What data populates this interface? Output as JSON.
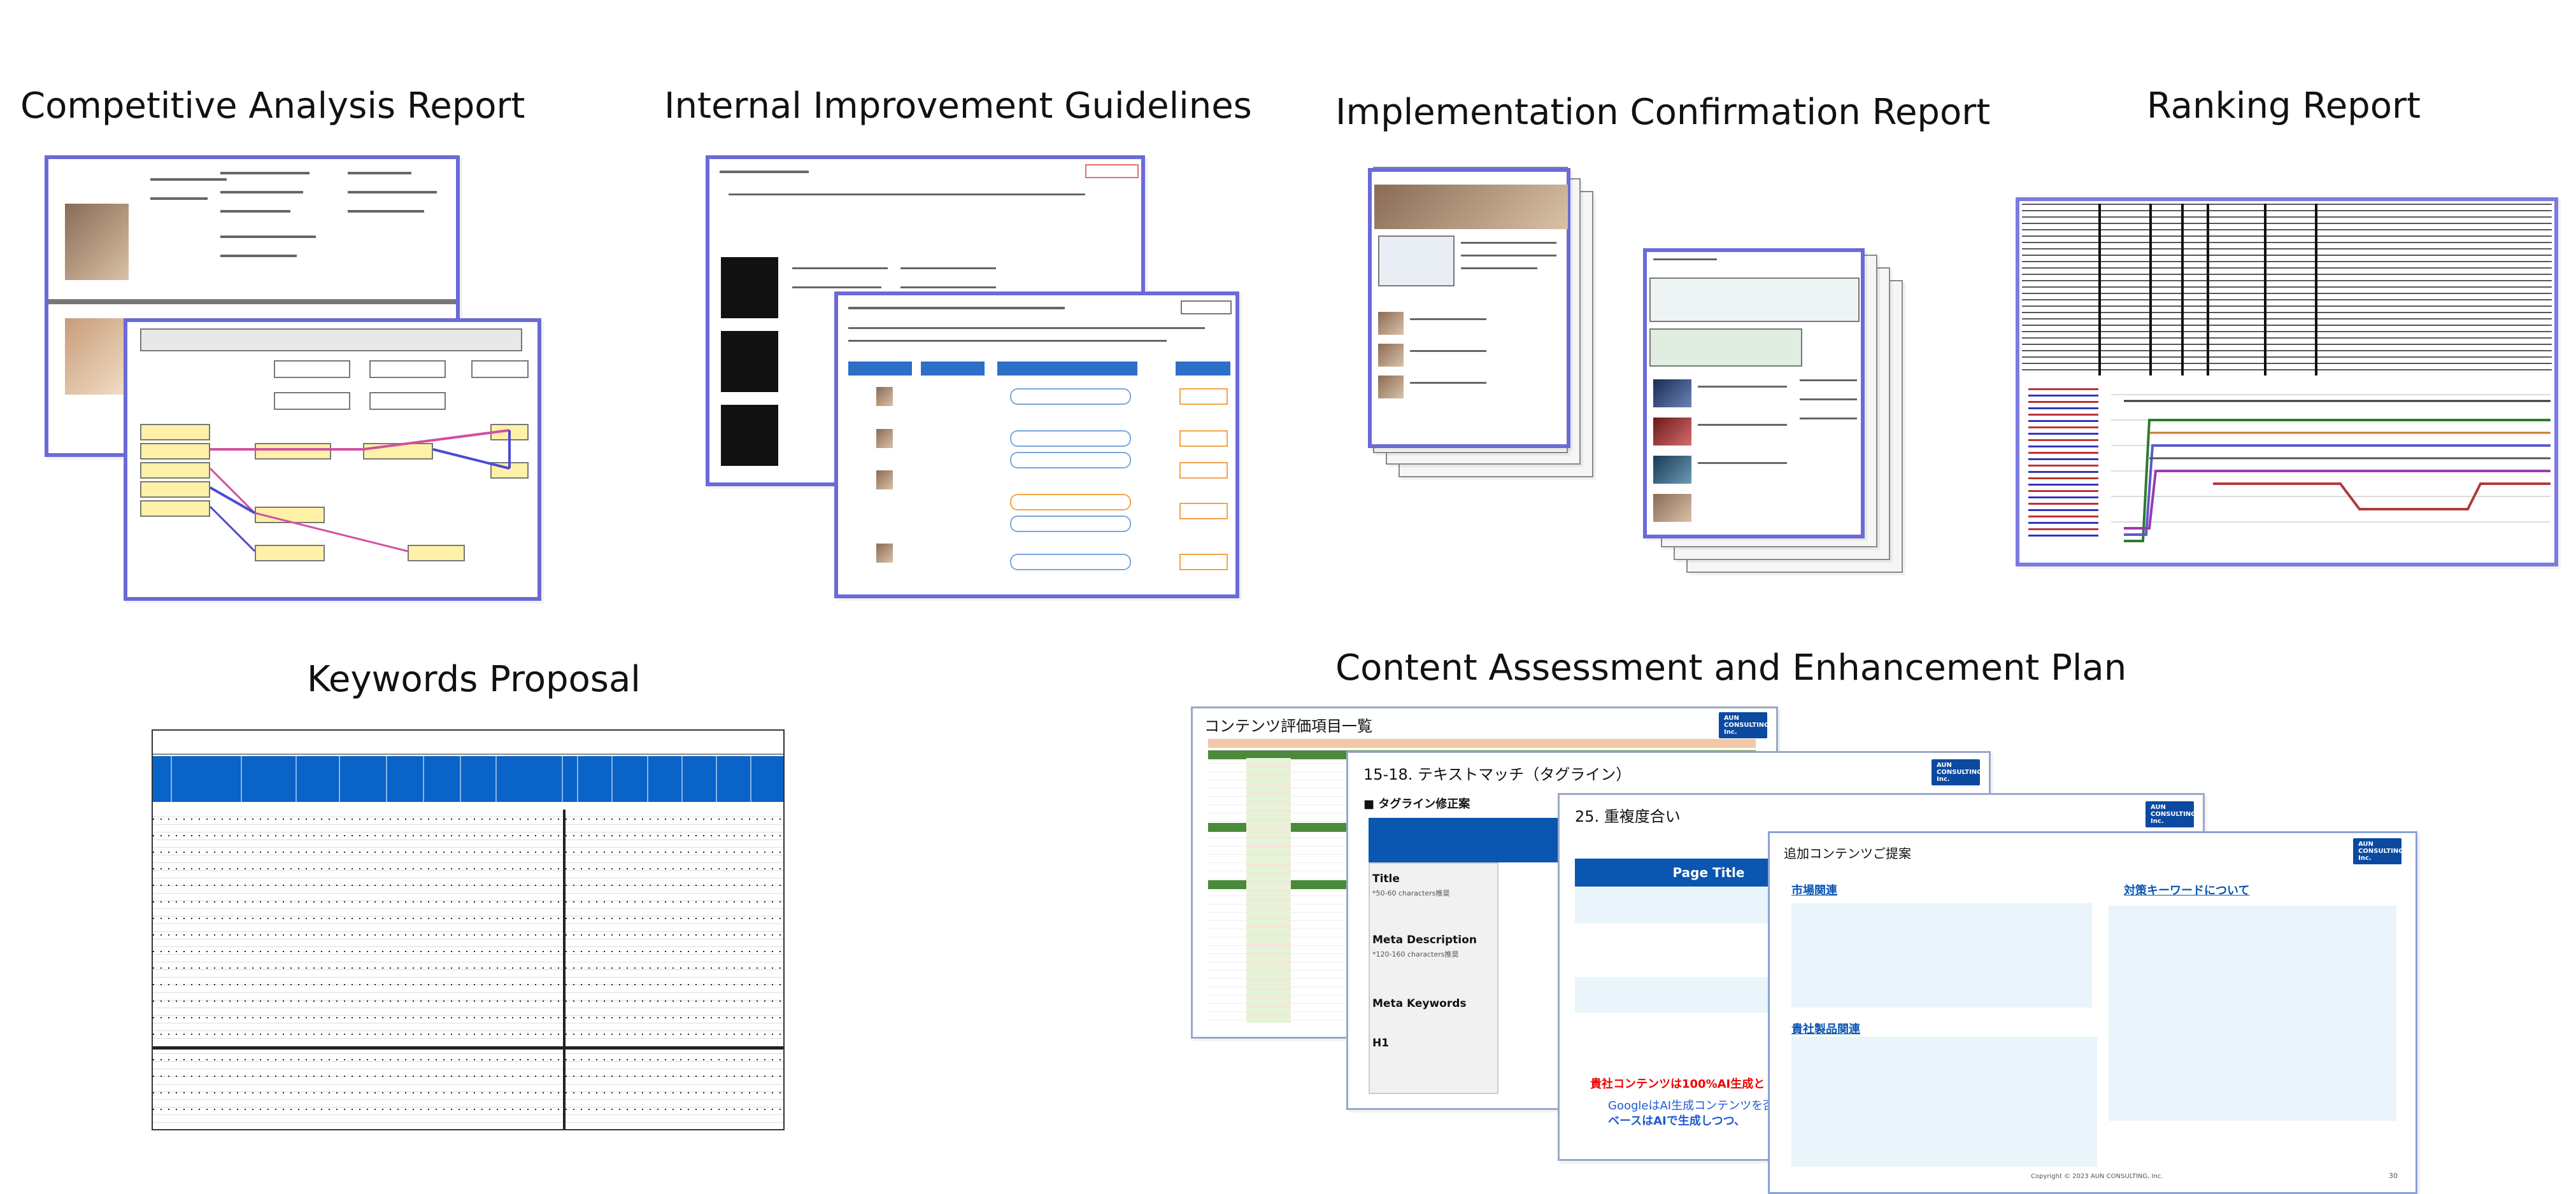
{
  "sections": {
    "competitive_analysis": "Competitive Analysis Report",
    "internal_improvement": "Internal Improvement Guidelines",
    "implementation_confirmation": "Implementation Confirmation Report",
    "ranking": "Ranking Report",
    "keywords_proposal": "Keywords Proposal",
    "content_assessment": "Content Assessment and Enhancement Plan"
  },
  "content_slides": {
    "slide1_title": "コンテンツ評価項目一覧",
    "slide2_title": "15-18. テキストマッチ（タグライン）",
    "slide2_subtitle": "■ タグライン修正案",
    "slide2_rows": [
      {
        "label": "Title",
        "note": "*50-60 characters推奨"
      },
      {
        "label": "Meta Description",
        "note": "*120-160 characters推奨"
      },
      {
        "label": "Meta Keywords",
        "note": ""
      },
      {
        "label": "H1",
        "note": ""
      }
    ],
    "slide3_title": "25. 重複度合い",
    "slide3_header": "Page Title",
    "slide3_red": "貴社コンテンツは100%AI生成と",
    "slide3_blue1": "GoogleはAI生成コンテンツを否定",
    "slide3_blue2": "ベースはAIで生成しつつ、",
    "slide4_title": "追加コンテンツご提案",
    "slide4_label1": "市場関連",
    "slide4_label2": "対策キーワードについて",
    "slide4_label3": "貴社製品関連",
    "slide4_footer": "Copyright © 2023 AUN CONSULTING, Inc.",
    "slide4_page": "30",
    "logo": "AUN CONSULTING, Inc."
  },
  "colors": {
    "frame": "#6a6ad8",
    "header_blue": "#0a63c7",
    "light_panel": "#e9f4fb"
  }
}
